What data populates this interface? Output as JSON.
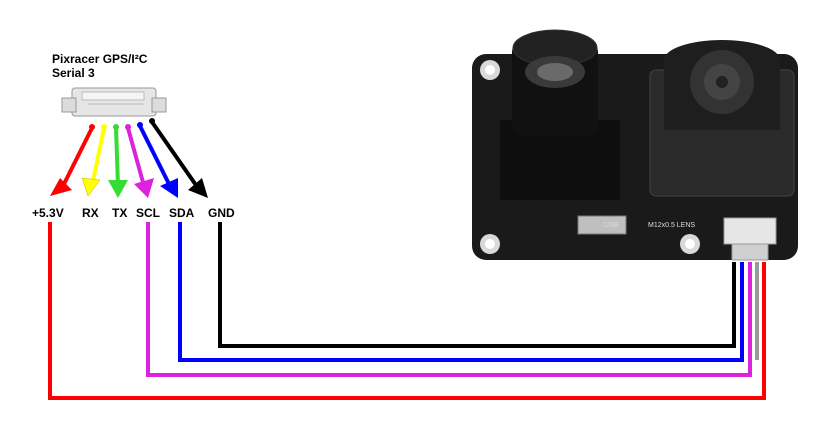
{
  "header": {
    "title": "Pixracer GPS/I²C",
    "subtitle": "Serial 3"
  },
  "pins": {
    "p1": "+5.3V",
    "p2": "RX",
    "p3": "TX",
    "p4": "SCL",
    "p5": "SDA",
    "p6": "GND"
  },
  "board": {
    "usb_label": "USB",
    "lens_label": "M12x0.5 LENS"
  },
  "colors": {
    "v53": "#ff0000",
    "rx": "#ffff00",
    "tx": "#33dd33",
    "scl": "#dd22dd",
    "sda": "#0000ff",
    "gnd": "#000000"
  }
}
